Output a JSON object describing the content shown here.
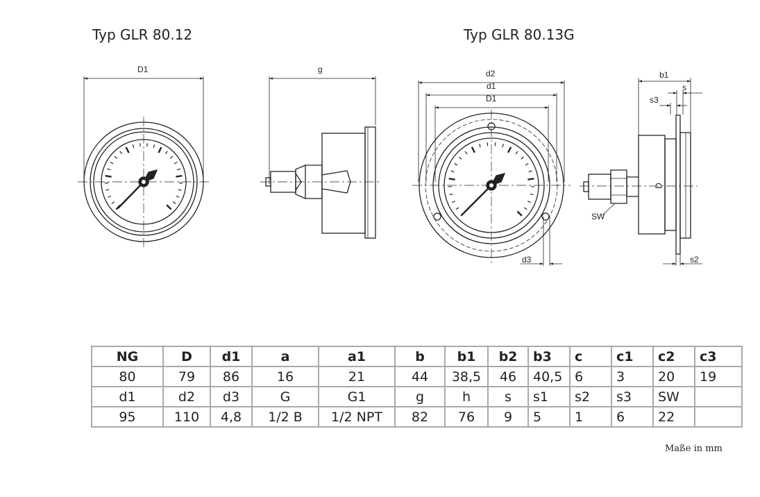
{
  "titles": {
    "left": "Typ GLR 80.12",
    "right": "Typ GLR 80.13G"
  },
  "dim_labels": {
    "D1": "D1",
    "g": "g",
    "d2": "d2",
    "d1": "d1",
    "D1b": "D1",
    "b1": "b1",
    "s": "s",
    "s3": "s3",
    "SW": "SW",
    "D": "D",
    "d3": "d3",
    "s2": "s2"
  },
  "table": {
    "rows": [
      [
        "NG",
        "D",
        "d1",
        "a",
        "a1",
        "b",
        "b1",
        "b2",
        "b3",
        "c",
        "c1",
        "c2",
        "c3"
      ],
      [
        "80",
        "79",
        "86",
        "16",
        "21",
        "44",
        "38,5",
        "46",
        "40,5",
        "6",
        "3",
        "20",
        "19"
      ],
      [
        "d1",
        "d2",
        "d3",
        "G",
        "G1",
        "g",
        "h",
        "s",
        "s1",
        "s2",
        "s3",
        "SW",
        ""
      ],
      [
        "95",
        "110",
        "4,8",
        "1/2 B",
        "1/2 NPT",
        "82",
        "76",
        "9",
        "5",
        "1",
        "6",
        "22",
        ""
      ]
    ]
  },
  "note": "Maße in mm"
}
